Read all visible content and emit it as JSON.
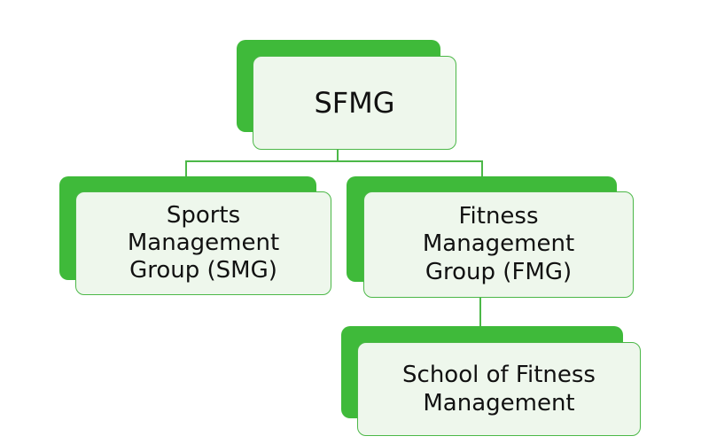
{
  "nodes": {
    "root": {
      "label": "SFMG"
    },
    "smg": {
      "label": "Sports\nManagement\nGroup (SMG)"
    },
    "fmg": {
      "label": "Fitness\nManagement\nGroup (FMG)"
    },
    "school": {
      "label": "School of Fitness\nManagement"
    }
  },
  "colors": {
    "accent": "#3fba3a",
    "card_fill": "#eef7ec",
    "line": "#4cb848"
  }
}
